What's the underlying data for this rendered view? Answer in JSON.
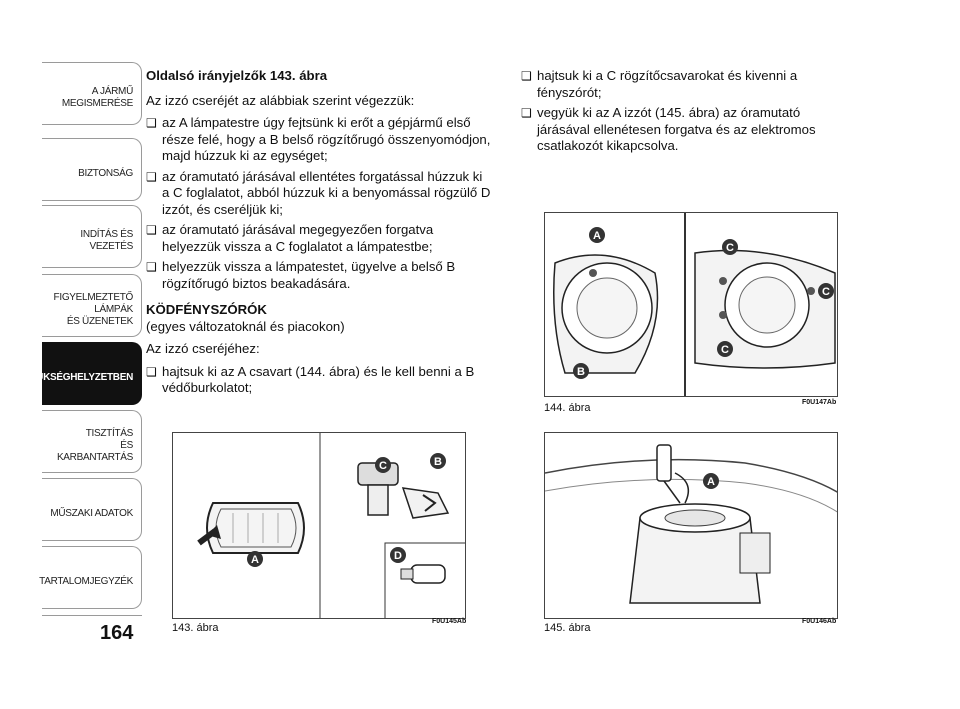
{
  "sidebar": {
    "tabs": [
      {
        "label": "A JÁRMŰ\nMEGISMERÉSE"
      },
      {
        "label": "BIZTONSÁG"
      },
      {
        "label": "INDÍTÁS ÉS VEZETÉS"
      },
      {
        "label": "FIGYELMEZTETŐ\nLÁMPÁK\nÉS ÜZENETEK"
      },
      {
        "label": "SZÜKSÉGHELYZETBEN"
      },
      {
        "label": "TISZTÍTÁS\nÉS KARBANTARTÁS"
      },
      {
        "label": "MŰSZAKI ADATOK"
      },
      {
        "label": "TARTALOMJEGYZÉK"
      }
    ],
    "page_number": "164"
  },
  "col1": {
    "heading": "Oldalsó irányjelzők 143. ábra",
    "intro": "Az izzó cseréjét az alábbiak szerint végezzük:",
    "bullets": [
      "az A lámpatestre úgy fejtsünk ki erőt a gépjármű első része felé, hogy a B belső rögzítőrugó összenyomódjon, majd húzzuk ki az egységet;",
      "az óramutató járásával ellentétes forgatással húzzuk ki a C foglalatot, abból húzzuk ki a benyomással rögzülő D izzót, és cseréljük ki;",
      "az óramutató járásával megegyezően forgatva helyezzük vissza a C foglalatot a lámpatestbe;",
      "helyezzük vissza a lámpatestet, ügyelve a belső B rögzítőrugó biztos beakadására."
    ],
    "section_title": "KÖDFÉNYSZÓRÓK",
    "section_sub": "(egyes változatoknál és piacokon)",
    "section_intro": "Az izzó cseréjéhez:",
    "section_bullets": [
      "hajtsuk ki az A csavart (144. ábra) és le kell benni a B védőburkolatot;"
    ]
  },
  "col2": {
    "bullets": [
      "hajtsuk ki a C rögzítőcsavarokat és kivenni a fényszórót;",
      "vegyük ki az A izzót (145. ábra) az óramutató járásával ellenétesen forgatva és az elektromos csatlakozót kikapcsolva."
    ]
  },
  "figures": {
    "fig143": {
      "caption": "143. ábra",
      "code": "F0U145Ab",
      "labels": [
        "A",
        "B",
        "C",
        "D"
      ]
    },
    "fig144": {
      "caption": "144. ábra",
      "code": "F0U147Ab",
      "labels": [
        "A",
        "B",
        "C",
        "C",
        "C"
      ]
    },
    "fig145": {
      "caption": "145. ábra",
      "code": "F0U146Ab",
      "labels": [
        "A"
      ]
    }
  }
}
